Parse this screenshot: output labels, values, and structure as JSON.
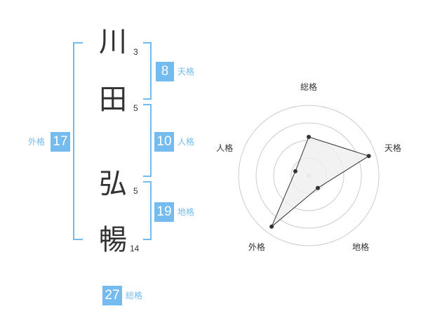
{
  "name": {
    "chars": [
      "川",
      "田",
      "弘",
      "暢"
    ],
    "strokes": [
      "3",
      "5",
      "5",
      "14"
    ]
  },
  "scores": {
    "tenkaku": {
      "value": "8",
      "label": "天格"
    },
    "jinkaku": {
      "value": "10",
      "label": "人格"
    },
    "chikaku": {
      "value": "19",
      "label": "地格"
    },
    "gaikaku": {
      "value": "17",
      "label": "外格"
    },
    "soukaku": {
      "value": "27",
      "label": "総格"
    }
  },
  "radar": {
    "axes": [
      "総格",
      "天格",
      "地格",
      "外格",
      "人格"
    ],
    "levels": 4,
    "values": [
      0.55,
      0.9,
      0.22,
      0.9,
      0.2
    ]
  },
  "colors": {
    "accent": "#74bcf0",
    "text": "#333333",
    "grid": "#cccccc",
    "polygon_fill": "#efefef"
  }
}
